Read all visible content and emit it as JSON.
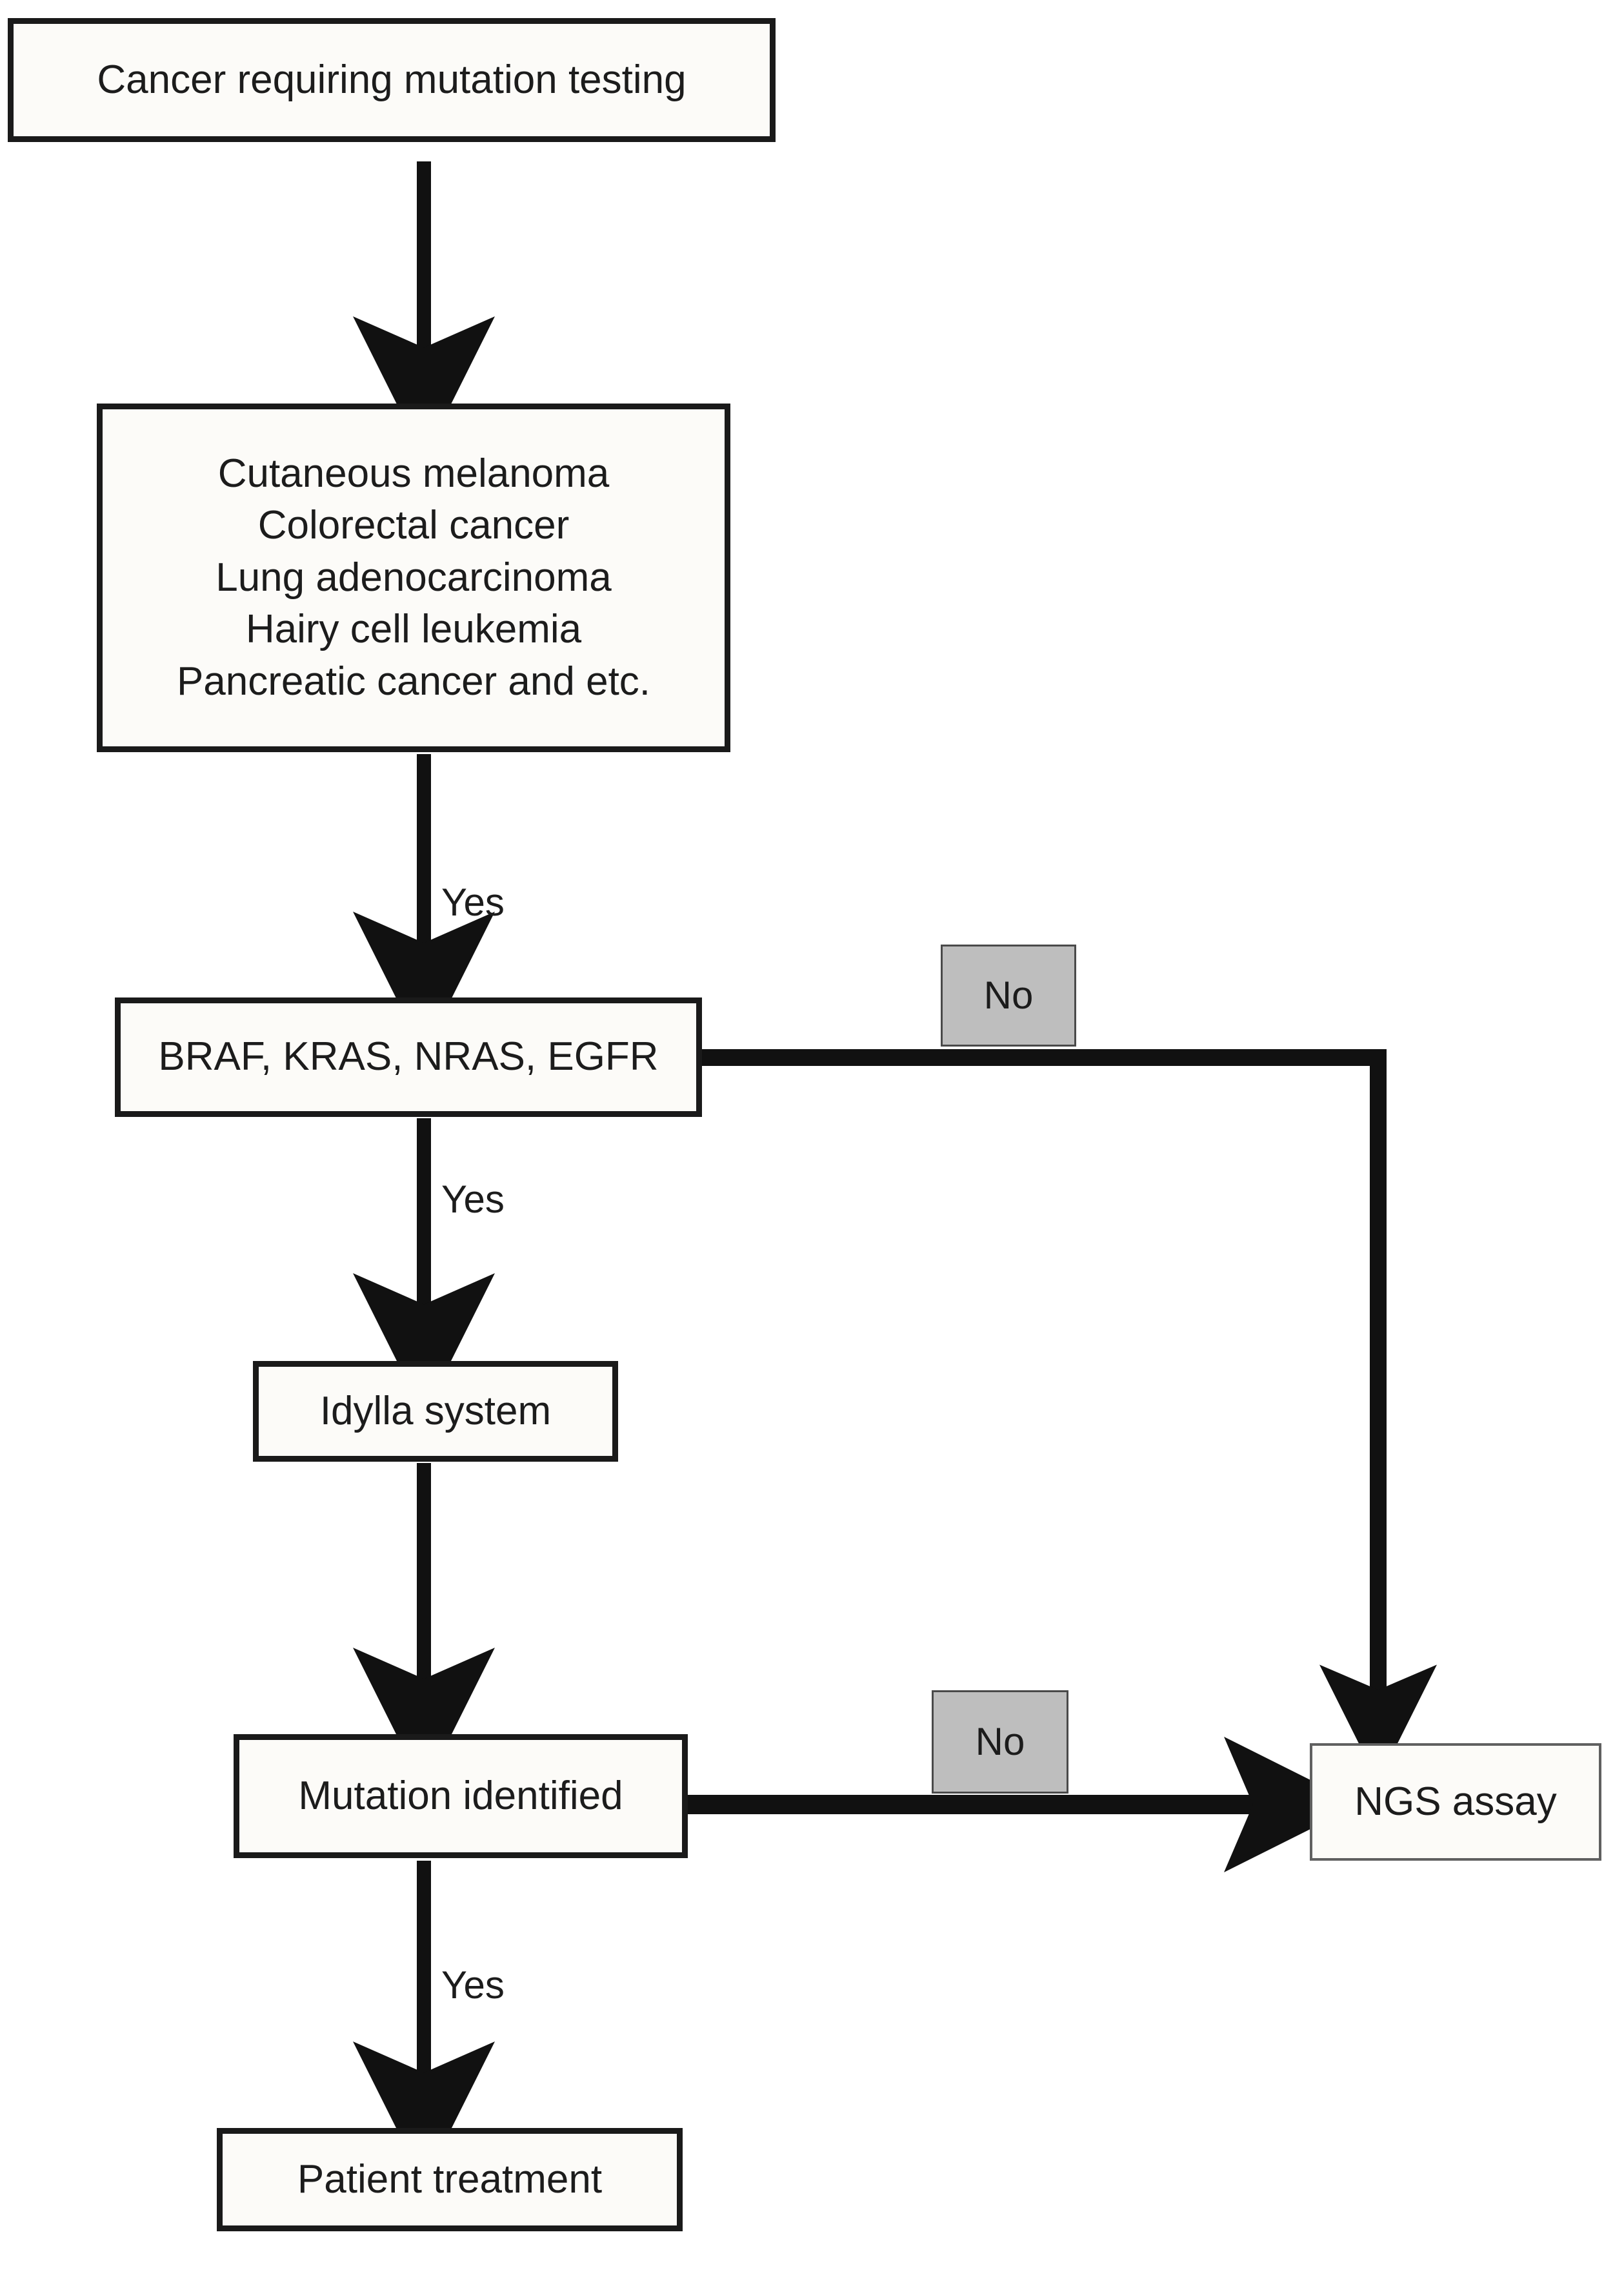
{
  "diagram": {
    "title": "Cancer mutation testing decision workflow",
    "background_color": "#ffffff",
    "node_fill": "#fcfbf8",
    "node_border_color": "#1a1a1a",
    "decision_label_fill": "#bebebe",
    "decision_label_border": "#4a4a4a",
    "text_color": "#1c1c1c",
    "arrow_color": "#111111"
  },
  "nodes": {
    "start": {
      "label": "Cancer requiring mutation testing"
    },
    "cancer_types": {
      "label": "Cutaneous melanoma\nColorectal cancer\nLung adenocarcinoma\nHairy cell leukemia\nPancreatic cancer and etc.",
      "items": [
        "Cutaneous melanoma",
        "Colorectal cancer",
        "Lung adenocarcinoma",
        "Hairy cell leukemia",
        "Pancreatic cancer and etc."
      ]
    },
    "gene_panel": {
      "label": "BRAF, KRAS, NRAS, EGFR",
      "genes": [
        "BRAF",
        "KRAS",
        "NRAS",
        "EGFR"
      ]
    },
    "idylla": {
      "label": "Idylla system"
    },
    "mutation_identified": {
      "label": "Mutation identified"
    },
    "ngs_assay": {
      "label": "NGS assay"
    },
    "patient_treatment": {
      "label": "Patient treatment"
    }
  },
  "edge_labels": {
    "yes_to_genes": "Yes",
    "yes_to_idylla": "Yes",
    "yes_to_treatment": "Yes",
    "no_genes_to_ngs": "No",
    "no_mutation_to_ngs": "No"
  },
  "edges": [
    {
      "from": "start",
      "to": "cancer_types",
      "label": ""
    },
    {
      "from": "cancer_types",
      "to": "gene_panel",
      "label": "Yes"
    },
    {
      "from": "gene_panel",
      "to": "idylla",
      "label": "Yes"
    },
    {
      "from": "gene_panel",
      "to": "ngs_assay",
      "label": "No"
    },
    {
      "from": "idylla",
      "to": "mutation_identified",
      "label": ""
    },
    {
      "from": "mutation_identified",
      "to": "ngs_assay",
      "label": "No"
    },
    {
      "from": "mutation_identified",
      "to": "patient_treatment",
      "label": "Yes"
    }
  ]
}
